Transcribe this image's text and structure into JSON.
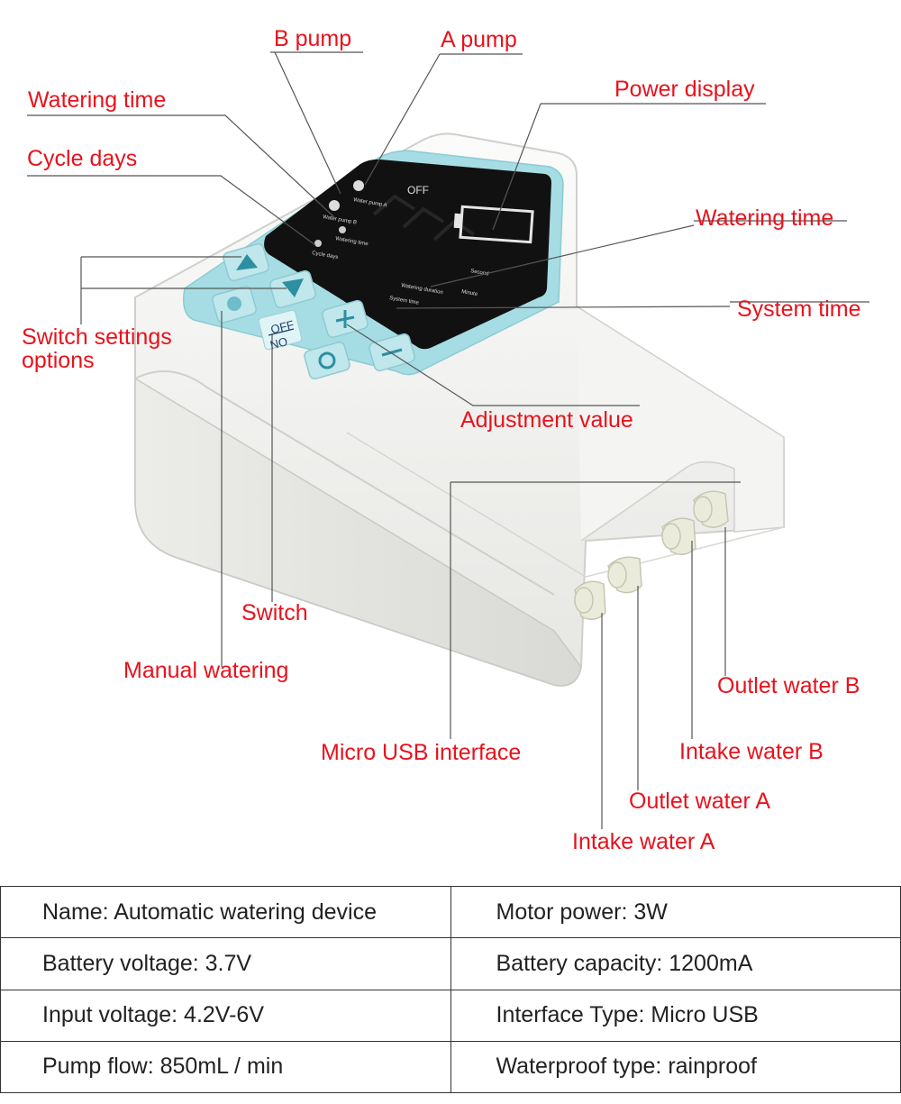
{
  "callouts": {
    "b_pump": "B pump",
    "a_pump": "A pump",
    "watering_time_left": "Watering time",
    "power_display": "Power display",
    "cycle_days": "Cycle days",
    "watering_time_right": "Watering time",
    "switch_settings_line1": "Switch settings",
    "switch_settings_line2": "options",
    "system_time": "System time",
    "adjustment_value": "Adjustment value",
    "switch": "Switch",
    "manual_watering": "Manual watering",
    "outlet_water_b": "Outlet water B",
    "micro_usb_interface": "Micro USB interface",
    "intake_water_b": "Intake water B",
    "outlet_water_a": "Outlet water A",
    "intake_water_a": "Intake water A"
  },
  "device_panel": {
    "off_label": "OFF",
    "switch_off": "OFF",
    "switch_on": "ON",
    "water_pump_a": "Water pump A",
    "water_pump_b": "Water pump B",
    "watering_time": "Watering time",
    "cycle_days": "Cycle days",
    "watering_duration": "Watering duration",
    "system_time": "System time",
    "second": "Second",
    "minute": "Minute"
  },
  "specs": [
    [
      "Name: Automatic watering device",
      "Motor power: 3W"
    ],
    [
      "Battery voltage: 3.7V",
      "Battery capacity: 1200mA"
    ],
    [
      "Input voltage: 4.2V-6V",
      "Interface Type: Micro USB"
    ],
    [
      "Pump flow: 850mL / min",
      "Waterproof type: rainproof"
    ]
  ],
  "colors": {
    "callout_text": "#e8121c",
    "leader_line": "#555555",
    "device_body": "#f2f2f0",
    "panel_teal": "#a6dde4",
    "display_black": "#111111"
  }
}
